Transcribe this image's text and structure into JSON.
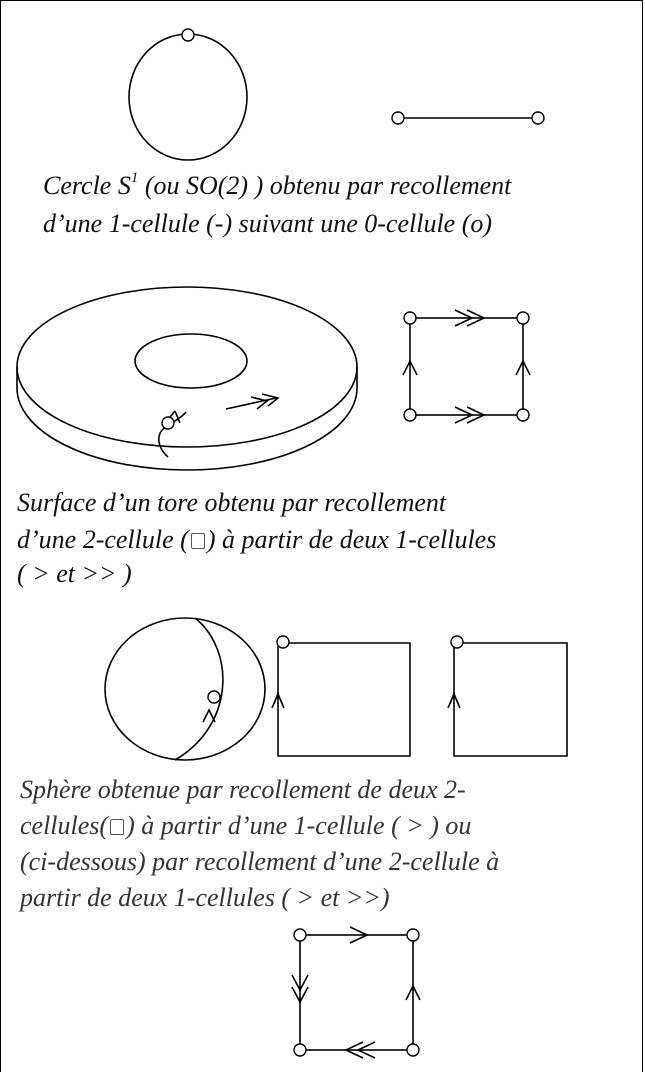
{
  "captions": {
    "circle": {
      "pre": "Cercle S",
      "sup": "1",
      "post": " (ou SO(2) ) obtenu par recollement",
      "line2": "d’une 1-cellule (-) suivant une 0-cellule (o)"
    },
    "torus": {
      "line1": "Surface d’un tore obtenu par recollement",
      "line2a": "d’une 2-cellule (",
      "line2b": ") à partir de deux 1-cellules",
      "line3": "( > et >> )"
    },
    "sphere": {
      "line1": "Sphère obtenue par recollement de deux 2-",
      "line2a": "cellules(",
      "line2b": ") à partir d’une 1-cellule ( > ) ou",
      "line3": "(ci-dessous) par recollement d’une 2-cellule à",
      "line4": "partir de deux 1-cellules ( > et >>)"
    }
  }
}
